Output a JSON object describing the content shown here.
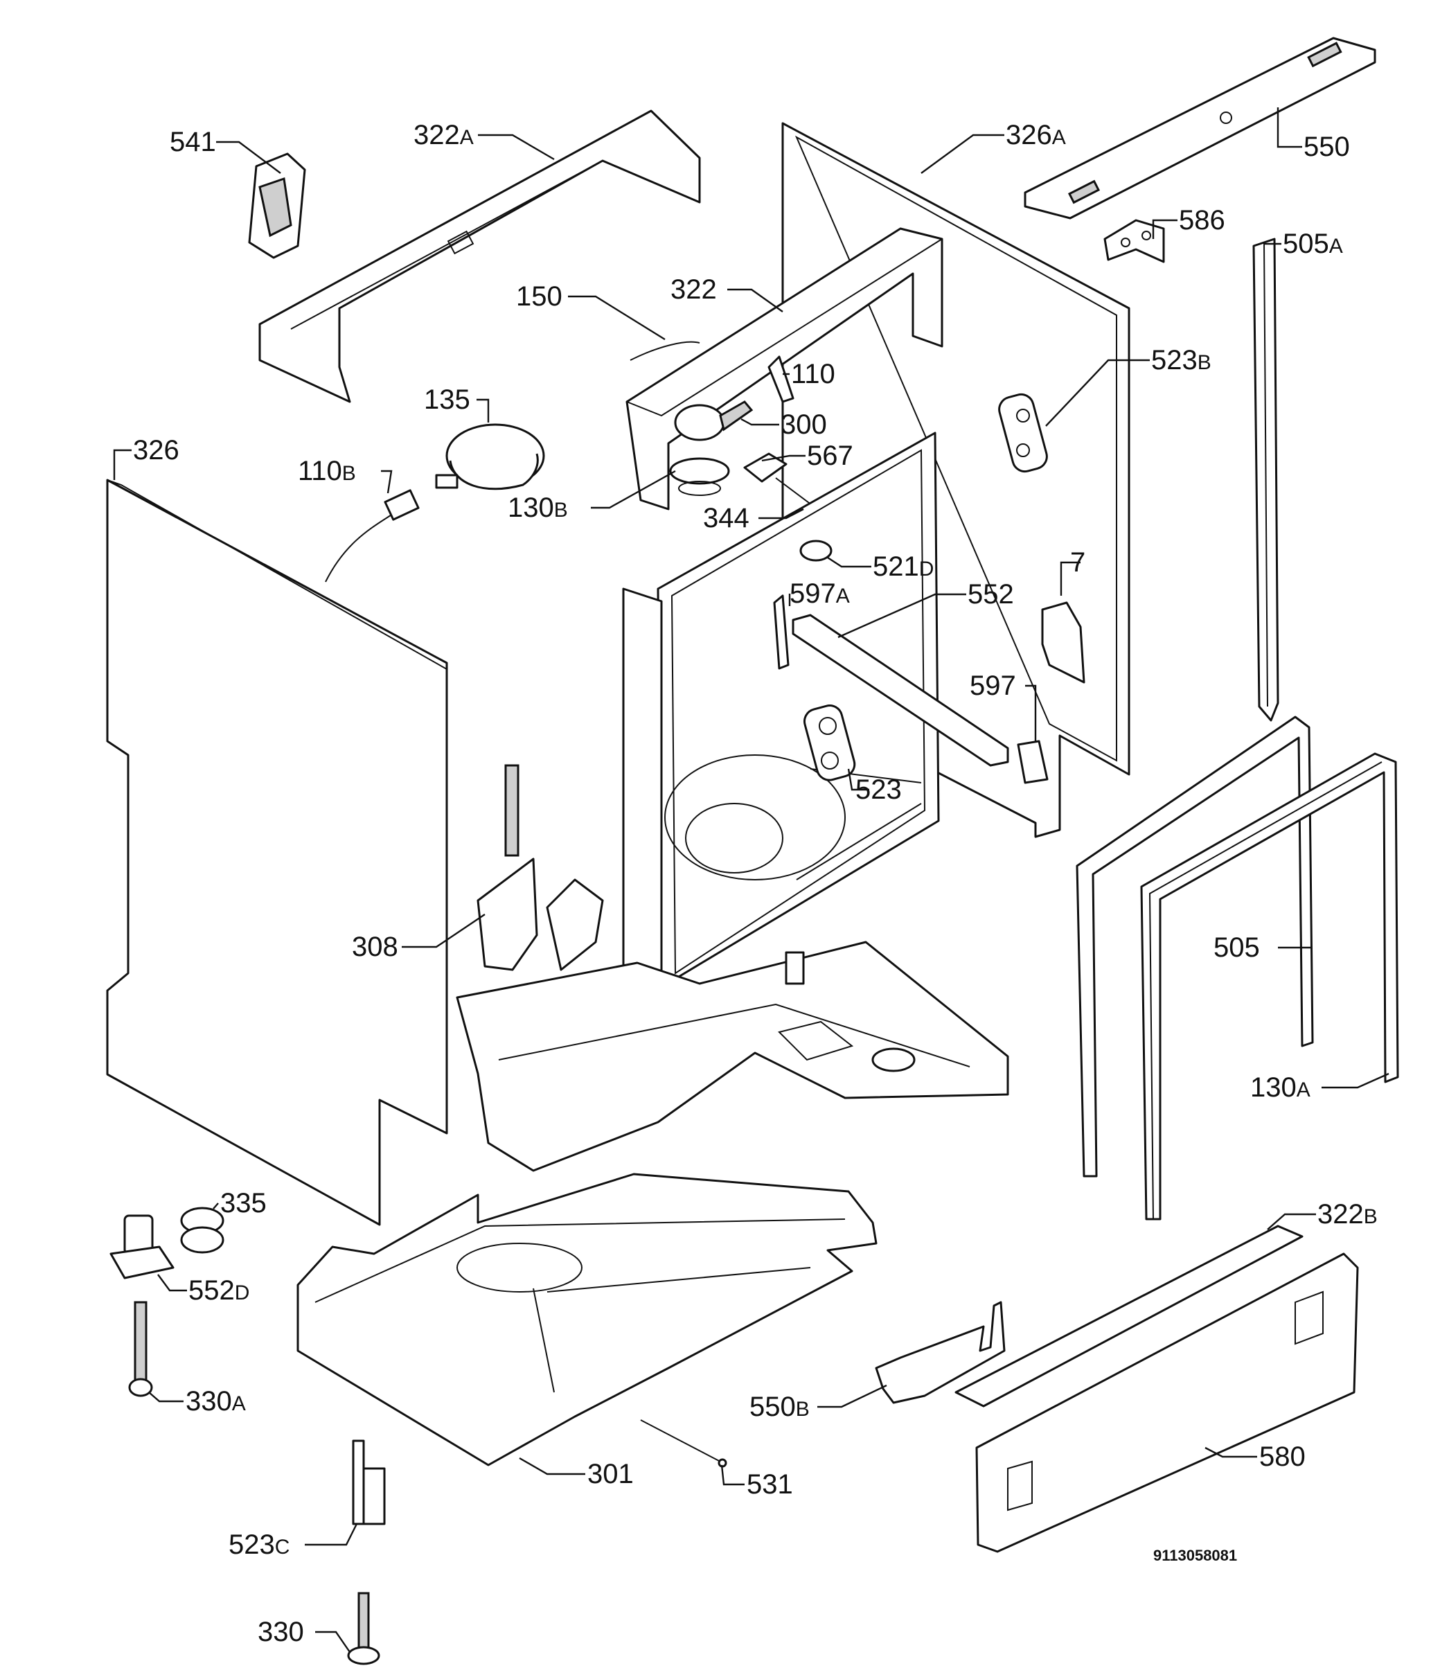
{
  "callouts": [
    {
      "id": "541",
      "main": "541",
      "suffix": ""
    },
    {
      "id": "322A",
      "main": "322",
      "suffix": "A"
    },
    {
      "id": "326A",
      "main": "326",
      "suffix": "A"
    },
    {
      "id": "550",
      "main": "550",
      "suffix": ""
    },
    {
      "id": "586",
      "main": "586",
      "suffix": ""
    },
    {
      "id": "505A",
      "main": "505",
      "suffix": "A"
    },
    {
      "id": "150",
      "main": "150",
      "suffix": ""
    },
    {
      "id": "322",
      "main": "322",
      "suffix": ""
    },
    {
      "id": "110",
      "main": "110",
      "suffix": ""
    },
    {
      "id": "135",
      "main": "135",
      "suffix": ""
    },
    {
      "id": "300",
      "main": "300",
      "suffix": ""
    },
    {
      "id": "523B",
      "main": "523",
      "suffix": "B"
    },
    {
      "id": "326",
      "main": "326",
      "suffix": ""
    },
    {
      "id": "567",
      "main": "567",
      "suffix": ""
    },
    {
      "id": "110B",
      "main": "110",
      "suffix": "B"
    },
    {
      "id": "130B",
      "main": "130",
      "suffix": "B"
    },
    {
      "id": "344",
      "main": "344",
      "suffix": ""
    },
    {
      "id": "521D",
      "main": "521",
      "suffix": "D"
    },
    {
      "id": "7",
      "main": "7",
      "suffix": ""
    },
    {
      "id": "597A",
      "main": "597",
      "suffix": "A"
    },
    {
      "id": "552",
      "main": "552",
      "suffix": ""
    },
    {
      "id": "597",
      "main": "597",
      "suffix": ""
    },
    {
      "id": "523",
      "main": "523",
      "suffix": ""
    },
    {
      "id": "308",
      "main": "308",
      "suffix": ""
    },
    {
      "id": "505",
      "main": "505",
      "suffix": ""
    },
    {
      "id": "130A",
      "main": "130",
      "suffix": "A"
    },
    {
      "id": "335",
      "main": "335",
      "suffix": ""
    },
    {
      "id": "322B",
      "main": "322",
      "suffix": "B"
    },
    {
      "id": "552D",
      "main": "552",
      "suffix": "D"
    },
    {
      "id": "330A",
      "main": "330",
      "suffix": "A"
    },
    {
      "id": "550B",
      "main": "550",
      "suffix": "B"
    },
    {
      "id": "580",
      "main": "580",
      "suffix": ""
    },
    {
      "id": "301",
      "main": "301",
      "suffix": ""
    },
    {
      "id": "531",
      "main": "531",
      "suffix": ""
    },
    {
      "id": "523C",
      "main": "523",
      "suffix": "C"
    },
    {
      "id": "330",
      "main": "330",
      "suffix": ""
    }
  ],
  "drawing_code": "9113058081"
}
